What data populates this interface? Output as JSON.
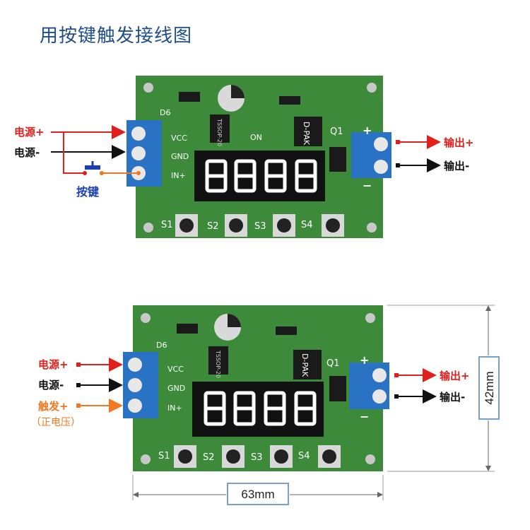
{
  "title": "用按键触发接线图",
  "board": {
    "vcc": "VCC",
    "gnd": "GND",
    "in_plus": "IN+",
    "q1": "Q1",
    "d6": "D6",
    "on": "ON",
    "dpak": "D-PAK",
    "tssop": "TSSOP-20",
    "plus": "+",
    "minus": "−",
    "s1": "S1",
    "s2": "S2",
    "s3": "S3",
    "s4": "S4"
  },
  "diagram1": {
    "power_plus": "电源+",
    "power_minus": "电源-",
    "button": "按键",
    "out_plus": "输出+",
    "out_minus": "输出-"
  },
  "diagram2": {
    "power_plus": "电源+",
    "power_minus": "电源-",
    "trigger_plus": "触发+",
    "trigger_note": "（正电压）",
    "out_plus": "输出+",
    "out_minus": "输出-",
    "width": "63mm",
    "height": "42mm"
  },
  "colors": {
    "pcb": "#3c8a3a",
    "terminal": "#2a73c4",
    "wire_red": "#e0201c",
    "wire_orange": "#f07820",
    "title": "#1f4e8c"
  }
}
